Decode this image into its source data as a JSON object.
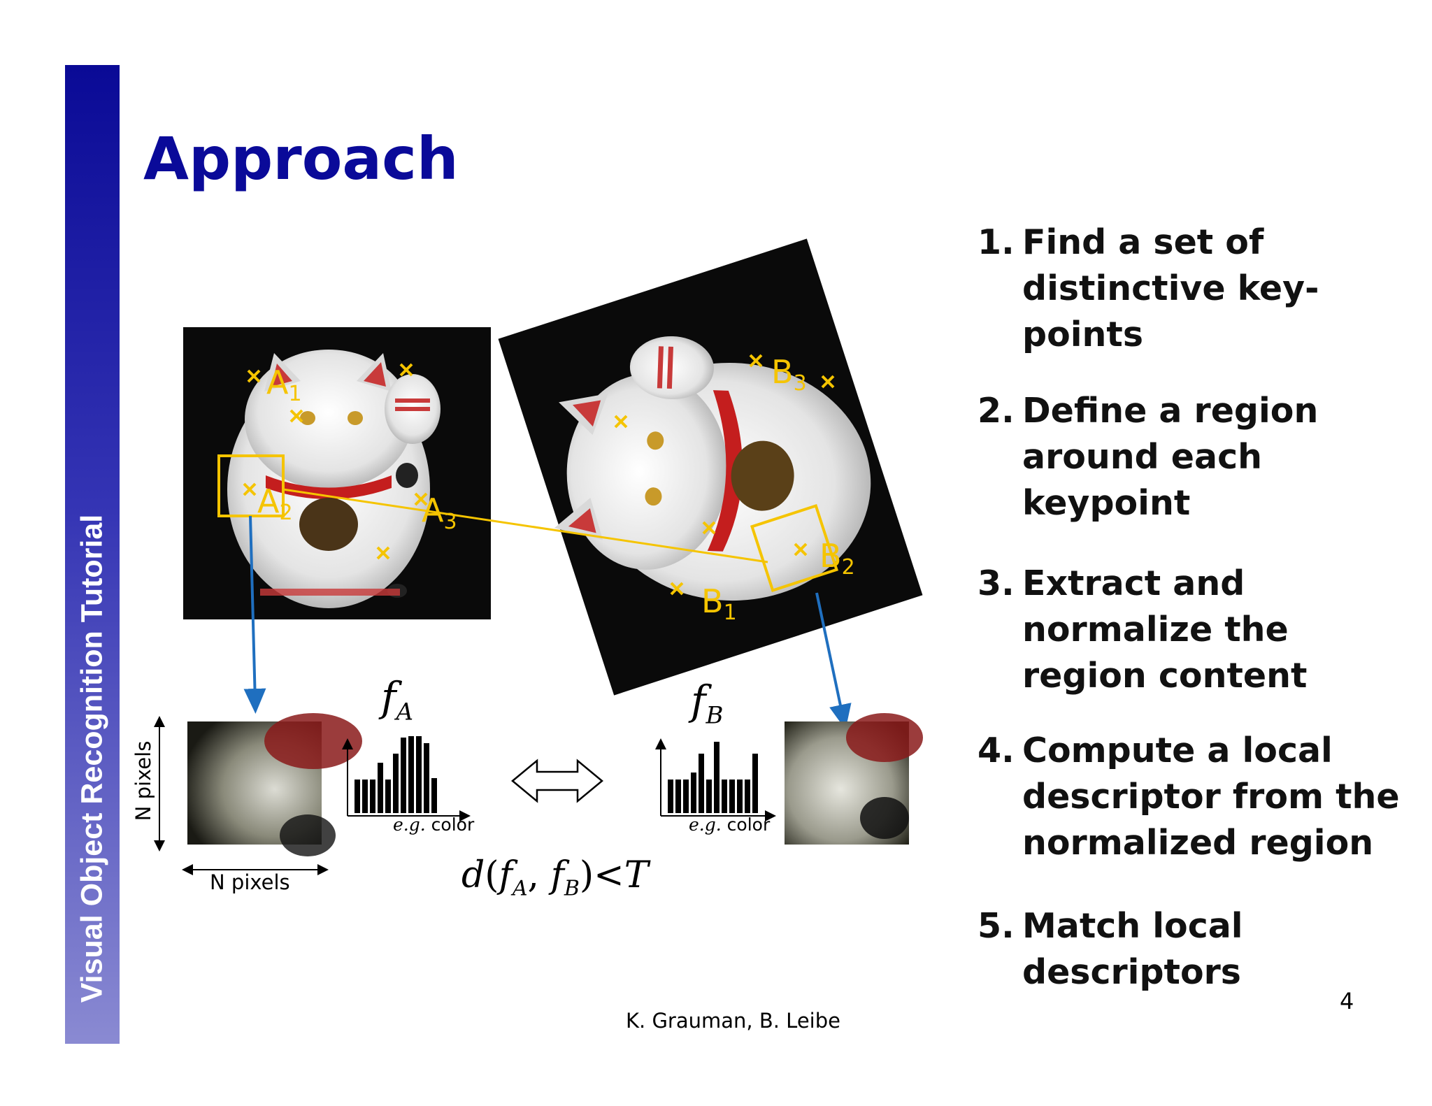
{
  "sidebar": {
    "label": "Visual Object Recognition Tutorial",
    "color_top": "#0a0a96",
    "color_bottom": "#8a8ad2"
  },
  "title": "Approach",
  "steps": [
    {
      "num": "1.",
      "lines": [
        "Find a set of",
        "distinctive key-",
        "points"
      ]
    },
    {
      "num": "2.",
      "lines": [
        "Define a region",
        "around each",
        "keypoint"
      ]
    },
    {
      "num": "3.",
      "lines": [
        "Extract and",
        "normalize the",
        "region content"
      ]
    },
    {
      "num": "4.",
      "lines": [
        "Compute a local",
        "descriptor from the",
        "normalized region"
      ]
    },
    {
      "num": "5.",
      "lines": [
        "Match local",
        "descriptors"
      ]
    }
  ],
  "figure": {
    "keypoints_a": {
      "a1": "A",
      "a1_sub": "1",
      "a2": "A",
      "a2_sub": "2",
      "a3": "A",
      "a3_sub": "3"
    },
    "keypoints_b": {
      "b1": "B",
      "b1_sub": "1",
      "b2": "B",
      "b2_sub": "2",
      "b3": "B",
      "b3_sub": "3"
    },
    "feature_a": {
      "f": "f",
      "sub": "A"
    },
    "feature_b": {
      "f": "f",
      "sub": "B"
    },
    "eg_label": "e.g.",
    "color_label": "color",
    "n_pixels_h": "N pixels",
    "n_pixels_v": "N pixels",
    "formula": {
      "d": "d",
      "open": "(",
      "fa": "f",
      "fa_sub": "A",
      "comma": ",",
      "fb": "f",
      "fb_sub": "B",
      "close": ")",
      "lt": "<",
      "t": "T"
    },
    "keypoint_color": "#f5c400",
    "arrow_color": "#1f6fbf"
  },
  "footer": "K. Grauman, B. Leibe",
  "page_number": "4"
}
